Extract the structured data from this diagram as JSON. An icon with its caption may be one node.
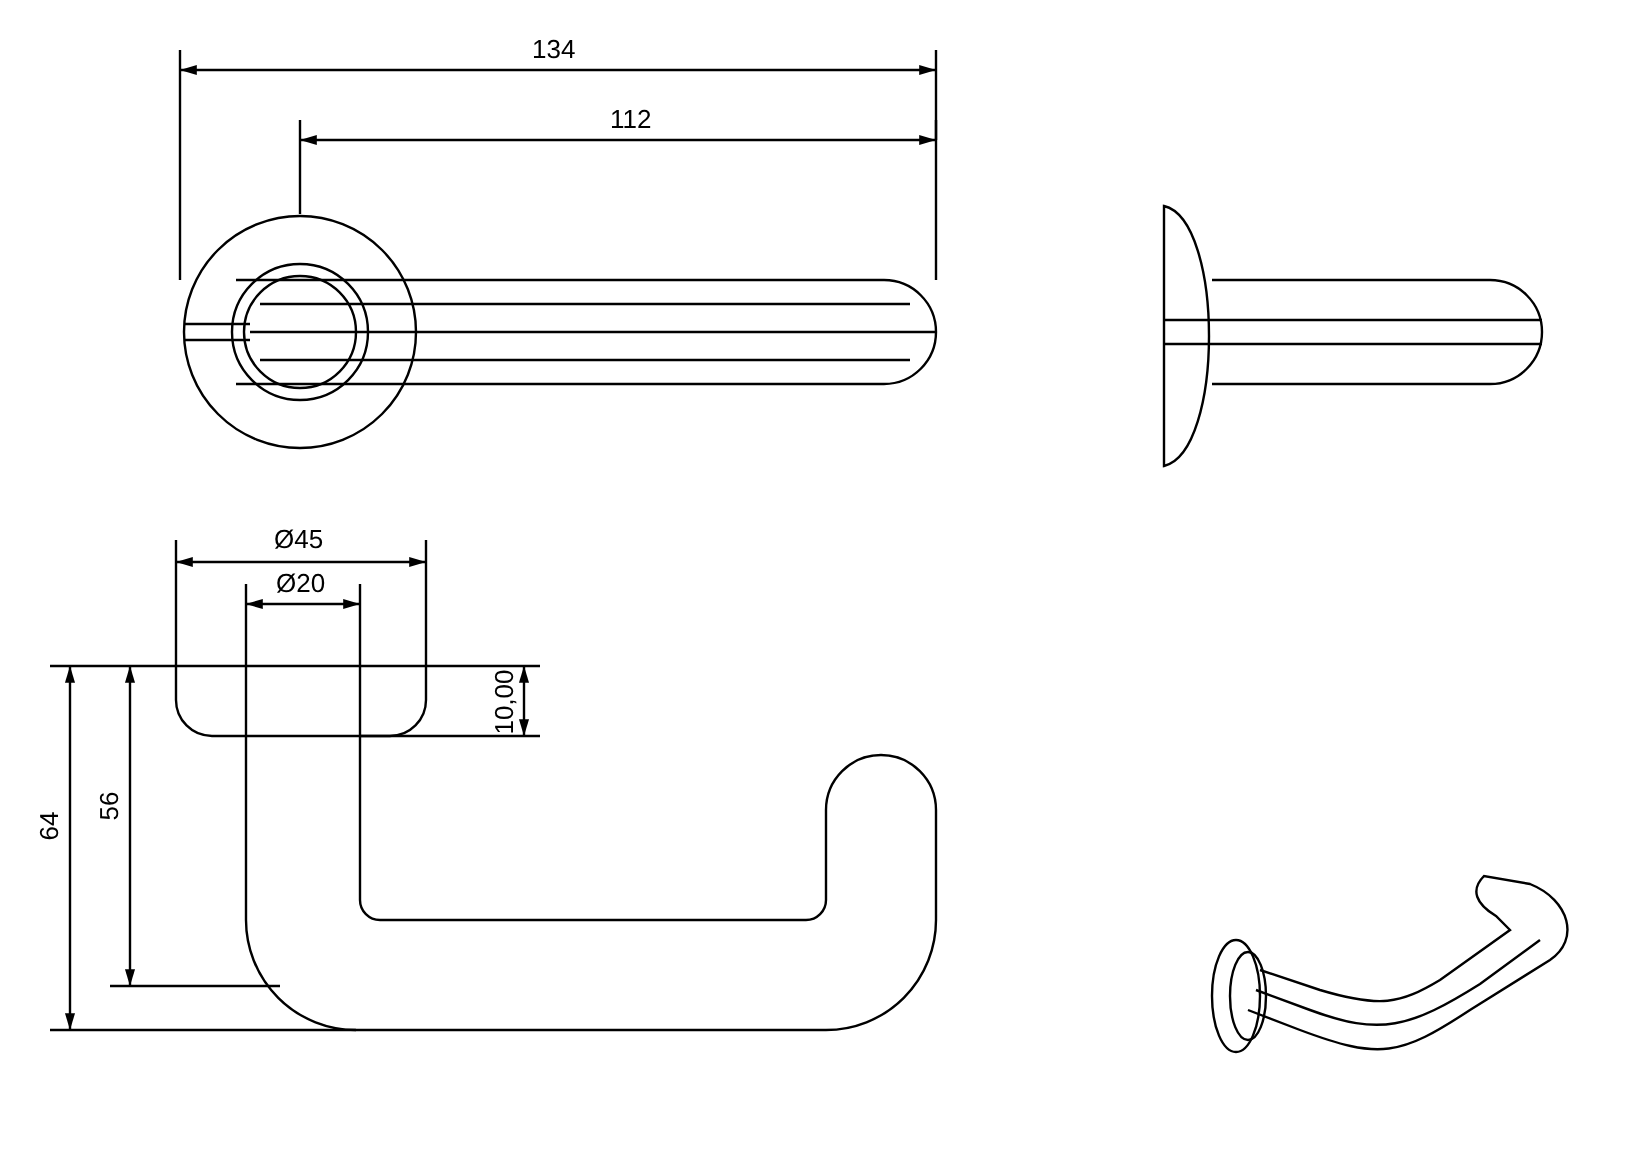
{
  "diagram": {
    "labels": [
      "134",
      "112",
      "Ø45",
      "Ø20",
      "10,00",
      "64",
      "56"
    ]
  }
}
